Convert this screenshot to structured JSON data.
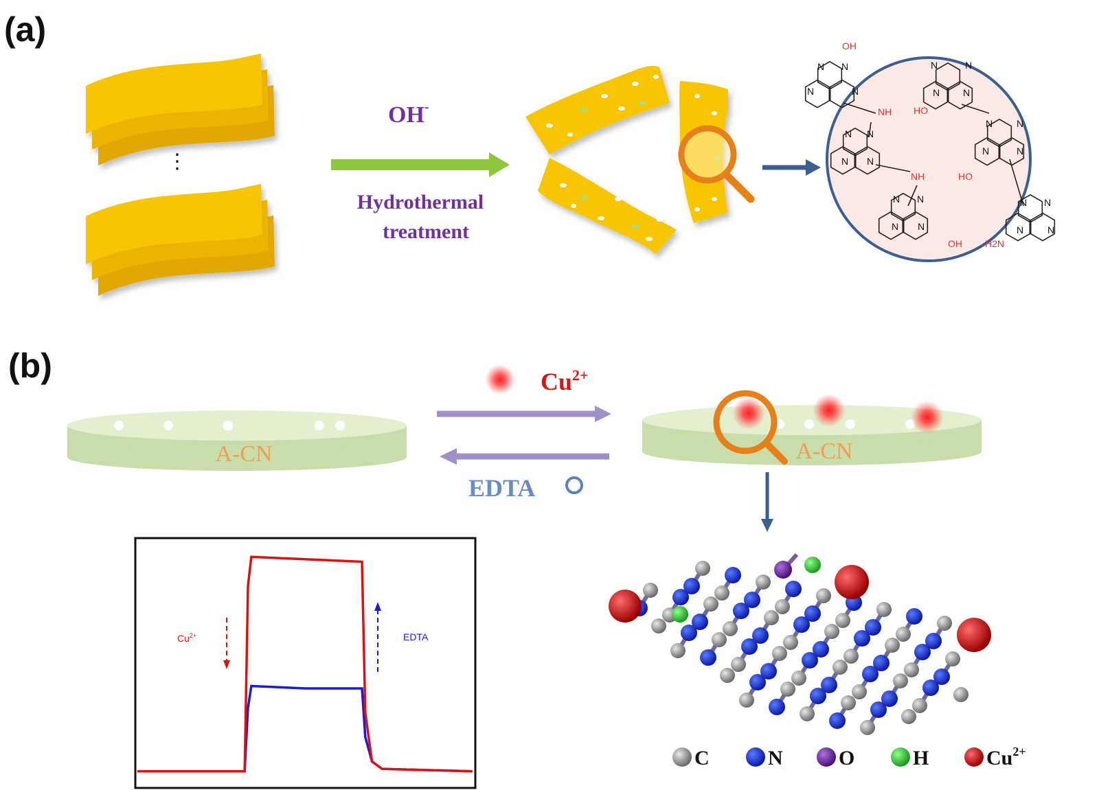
{
  "panel_a": {
    "label": "(a)",
    "reagent": "OH",
    "reagent_charge": "-",
    "condition_line1": "Hydrothermal",
    "condition_line2": "treatment",
    "ellipsis": "⋮",
    "structure": {
      "oh": "OH",
      "ho": "HO",
      "nh": "NH",
      "h2n": "H2N",
      "n": "N"
    }
  },
  "panel_b": {
    "label": "(b)",
    "cu_label": "Cu",
    "cu_charge": "2+",
    "edta_label": "EDTA",
    "disk_left_label": "A-CN",
    "disk_right_label": "A-CN",
    "plot_cu_label": "Cu",
    "plot_cu_charge": "2+",
    "plot_edta_label": "EDTA",
    "legend": [
      {
        "symbol": "C",
        "color": "#8a8a8a"
      },
      {
        "symbol": "N",
        "color": "#1030d0"
      },
      {
        "symbol": "O",
        "color": "#6a1fa0"
      },
      {
        "symbol": "H",
        "color": "#30c030"
      },
      {
        "symbol": "Cu",
        "charge": "2+",
        "color": "#c01010"
      }
    ]
  },
  "colors": {
    "sheet_yellow": "#f5c400",
    "arrow_green": "#8cc63f",
    "arrow_blue": "#3d5f8f",
    "purple_text": "#7030a0",
    "magnifier_orange": "#e8801a",
    "red": "#e01010",
    "blue_trace": "#1a1ae0"
  },
  "chart_data": {
    "type": "line",
    "title": "",
    "xlabel": "",
    "ylabel": "",
    "x": [
      0,
      0.32,
      0.33,
      0.34,
      0.5,
      0.67,
      0.68,
      0.7,
      0.73,
      1.0
    ],
    "series": [
      {
        "name": "",
        "color": "#e01010",
        "values": [
          0.06,
          0.06,
          0.82,
          0.94,
          0.93,
          0.92,
          0.3,
          0.1,
          0.07,
          0.06
        ]
      },
      {
        "name": "",
        "color": "#1a1ae0",
        "values": [
          0.06,
          0.06,
          0.32,
          0.41,
          0.4,
          0.4,
          0.2,
          0.1,
          0.07,
          0.06
        ]
      }
    ],
    "ylim": [
      0,
      1
    ],
    "grid": false
  }
}
